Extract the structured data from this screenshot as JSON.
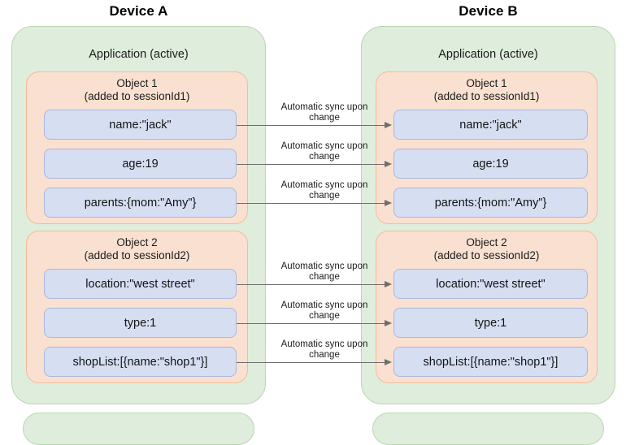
{
  "diagram": {
    "devices": [
      {
        "id": "device-a",
        "title": "Device A",
        "app_label": "Application (active)",
        "objects": [
          {
            "name": "Object 1",
            "session": "(added to sessionId1)",
            "properties": [
              "name:\"jack\"",
              "age:19",
              "parents:{mom:\"Amy\"}"
            ]
          },
          {
            "name": "Object 2",
            "session": "(added to sessionId2)",
            "properties": [
              "location:\"west street\"",
              "type:1",
              "shopList:[{name:\"shop1\"}]"
            ]
          }
        ]
      },
      {
        "id": "device-b",
        "title": "Device B",
        "app_label": "Application (active)",
        "objects": [
          {
            "name": "Object 1",
            "session": "(added to sessionId1)",
            "properties": [
              "name:\"jack\"",
              "age:19",
              "parents:{mom:\"Amy\"}"
            ]
          },
          {
            "name": "Object 2",
            "session": "(added to sessionId2)",
            "properties": [
              "location:\"west street\"",
              "type:1",
              "shopList:[{name:\"shop1\"}]"
            ]
          }
        ]
      }
    ],
    "connectors": [
      {
        "label_line1": "Automatic sync upon",
        "label_line2": "change"
      },
      {
        "label_line1": "Automatic sync upon",
        "label_line2": "change"
      },
      {
        "label_line1": "Automatic sync upon",
        "label_line2": "change"
      },
      {
        "label_line1": "Automatic sync upon",
        "label_line2": "change"
      },
      {
        "label_line1": "Automatic sync upon",
        "label_line2": "change"
      },
      {
        "label_line1": "Automatic sync upon",
        "label_line2": "change"
      }
    ],
    "colors": {
      "application_fill": "#dfeddc",
      "application_border": "#b9d6b2",
      "object_fill": "#fae0d0",
      "object_border": "#f4bc96",
      "property_fill": "#d6def2",
      "property_border": "#a9b8dd",
      "arrow": "#6e6e6e",
      "text": "#1a1a1a",
      "background": "#ffffff"
    }
  }
}
